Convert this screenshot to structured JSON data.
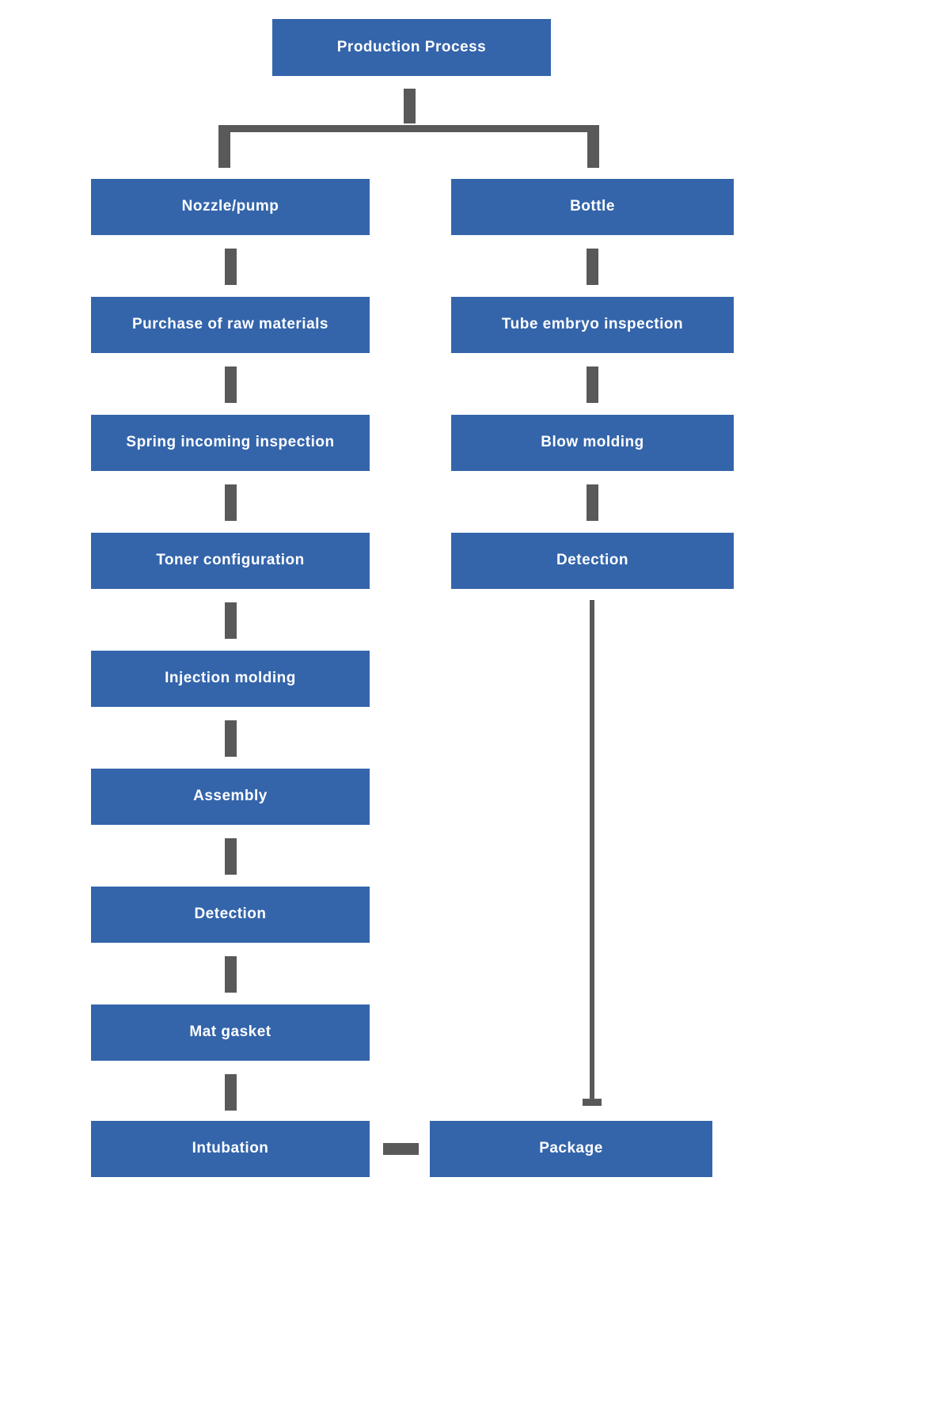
{
  "title": "Production Process",
  "colors": {
    "box_blue": "#3465ab",
    "connector_gray": "#595959",
    "text_white": "#ffffff",
    "background": "#ffffff"
  },
  "flowchart": {
    "type": "flowchart",
    "root": "Production Process",
    "left_column": [
      "Nozzle/pump",
      "Purchase of raw materials",
      "Spring incoming inspection",
      "Toner configuration",
      "Injection molding",
      "Assembly",
      "Detection",
      "Mat gasket",
      "Intubation"
    ],
    "right_column": [
      "Bottle",
      "Tube embryo inspection",
      "Blow molding",
      "Detection"
    ],
    "final": "Package",
    "edges": [
      "Production Process -> Nozzle/pump",
      "Production Process -> Bottle",
      "Nozzle/pump -> Purchase of raw materials -> Spring incoming inspection -> Toner configuration -> Injection molding -> Assembly -> Detection -> Mat gasket -> Intubation",
      "Bottle -> Tube embryo inspection -> Blow molding -> Detection -> Package",
      "Intubation -> Package"
    ]
  }
}
